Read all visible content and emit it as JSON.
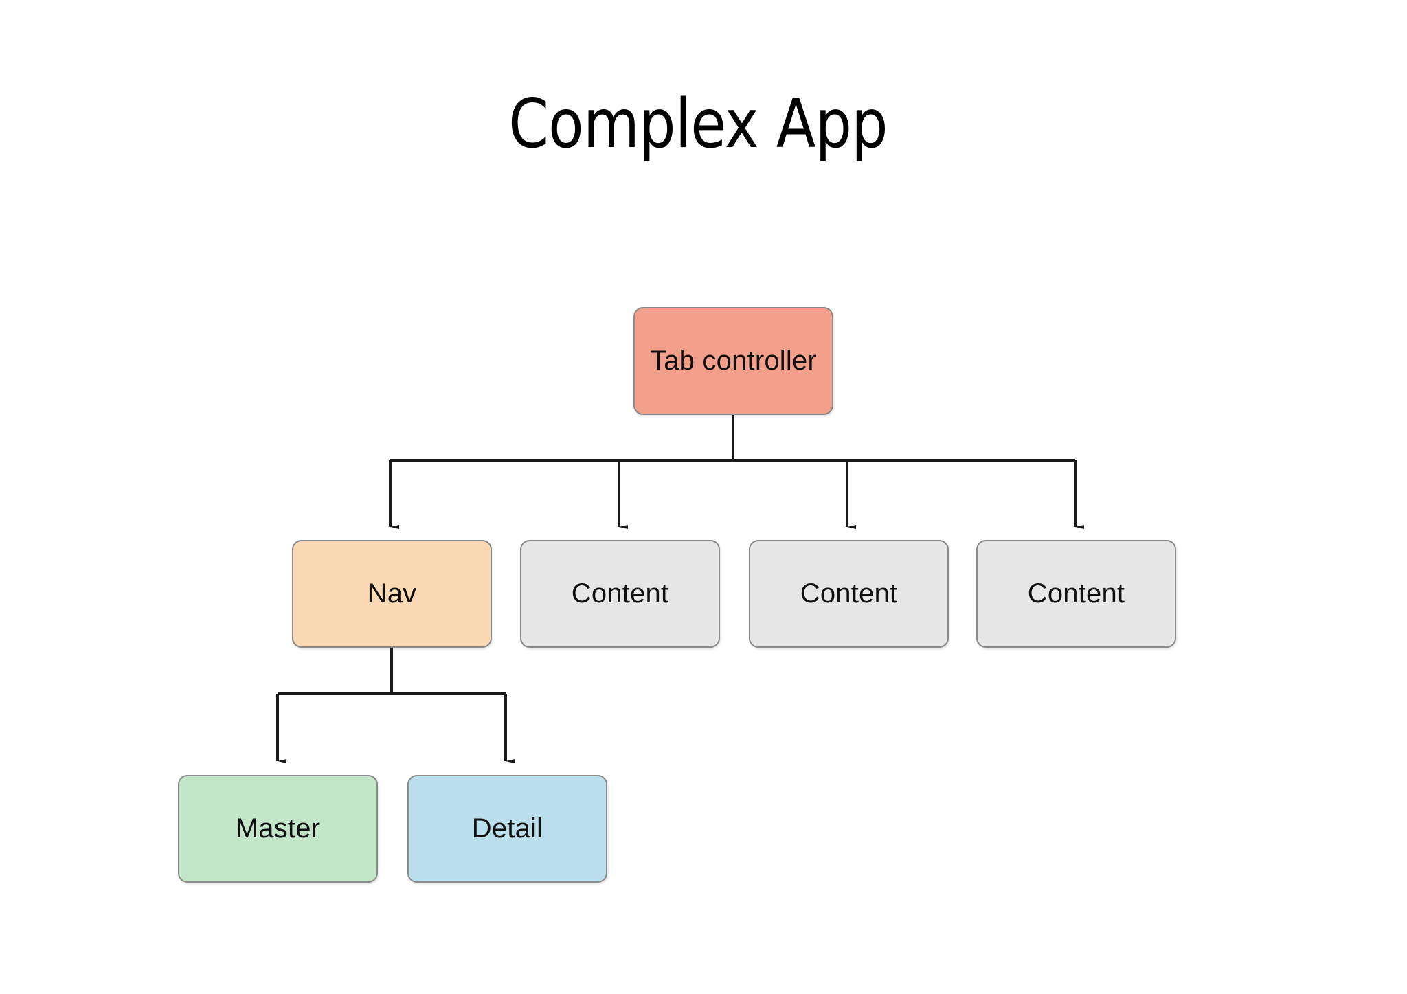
{
  "title": "Complex App",
  "background_color": "#ffffff",
  "edge_color": "#1a1a1a",
  "diagram": {
    "type": "tree",
    "root": {
      "id": "tab-controller",
      "label": "Tab controller",
      "fill": "#f2a08c",
      "border": "#8a8a8a"
    },
    "level2": [
      {
        "id": "nav",
        "label": "Nav",
        "fill": "#fad9b4",
        "border": "#8a8a8a"
      },
      {
        "id": "content-1",
        "label": "Content",
        "fill": "#e7e7e7",
        "border": "#8a8a8a"
      },
      {
        "id": "content-2",
        "label": "Content",
        "fill": "#e7e7e7",
        "border": "#8a8a8a"
      },
      {
        "id": "content-3",
        "label": "Content",
        "fill": "#e7e7e7",
        "border": "#8a8a8a"
      }
    ],
    "level3": [
      {
        "id": "master",
        "label": "Master",
        "fill": "#c3e5c8",
        "border": "#8a8a8a"
      },
      {
        "id": "detail",
        "label": "Detail",
        "fill": "#bbdfec",
        "border": "#8a8a8a"
      }
    ],
    "edges": [
      {
        "from": "tab-controller",
        "to": "nav"
      },
      {
        "from": "tab-controller",
        "to": "content-1"
      },
      {
        "from": "tab-controller",
        "to": "content-2"
      },
      {
        "from": "tab-controller",
        "to": "content-3"
      },
      {
        "from": "nav",
        "to": "master"
      },
      {
        "from": "nav",
        "to": "detail"
      }
    ]
  }
}
